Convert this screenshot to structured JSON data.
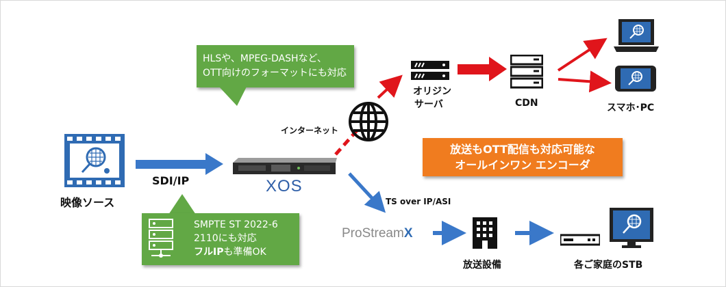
{
  "nodes": {
    "video_source": "映像ソース",
    "sdi_ip": "SDI/IP",
    "internet": "インターネット",
    "origin_server_line1": "オリジン",
    "origin_server_line2": "サーバ",
    "cdn": "CDN",
    "smartphone_pc": "スマホ･PC",
    "ts_over_ip": "TS over IP/ASI",
    "broadcast_facility": "放送設備",
    "home_stb": "各ご家庭のSTB"
  },
  "brands": {
    "xos": "XOS",
    "prostream_main": "ProStream",
    "prostream_x": "X"
  },
  "callouts": {
    "ott_line1": "HLSや、MPEG-DASHなど、",
    "ott_line2": "OTT向けのフォーマットにも対応",
    "smpte_line1": "SMPTE ST 2022-6",
    "smpte_line2": "2110にも対応",
    "smpte_line3_bold": "フルIP",
    "smpte_line3_rest": "も準備OK",
    "allinone_line1": "放送もOTT配信も対応可能な",
    "allinone_line2": "オールインワン エンコーダ"
  },
  "colors": {
    "blue": "#3a78c9",
    "red": "#e0151b",
    "green": "#62a845",
    "orange": "#f07c1f",
    "icon_blue": "#2f6bb3"
  }
}
